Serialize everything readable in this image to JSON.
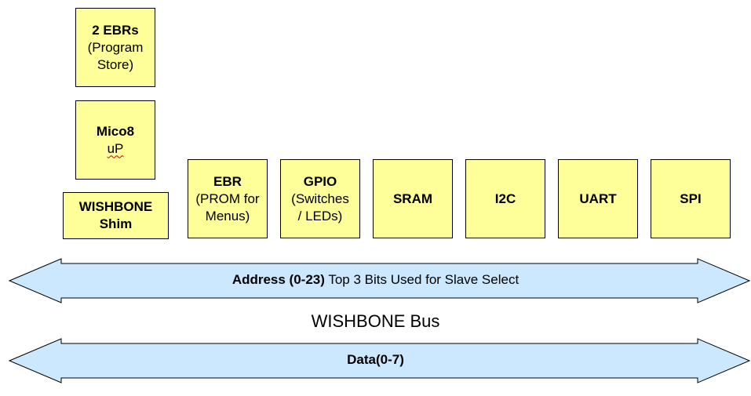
{
  "modules": {
    "ebrs": {
      "title": "2 EBRs",
      "line1": "(Program",
      "line2": "Store)"
    },
    "mico8": {
      "title": "Mico8",
      "line1": "uP"
    },
    "shim": {
      "line1": "WISHBONE",
      "line2": "Shim"
    },
    "ebr": {
      "title": "EBR",
      "line1": "(PROM for",
      "line2": "Menus)"
    },
    "gpio": {
      "title": "GPIO",
      "line1": "(Switches",
      "line2": "/ LEDs)"
    },
    "sram": {
      "title": "SRAM"
    },
    "i2c": {
      "title": "I2C"
    },
    "uart": {
      "title": "UART"
    },
    "spi": {
      "title": "SPI"
    }
  },
  "bus": {
    "address_bold": "Address (0-23)",
    "address_rest": " Top 3 Bits Used for Slave Select",
    "title": "WISHBONE Bus",
    "data_label": "Data(0-7)"
  },
  "colors": {
    "module_fill": "#ffff99",
    "bus_fill": "#cce8ff",
    "stroke": "#000000"
  }
}
